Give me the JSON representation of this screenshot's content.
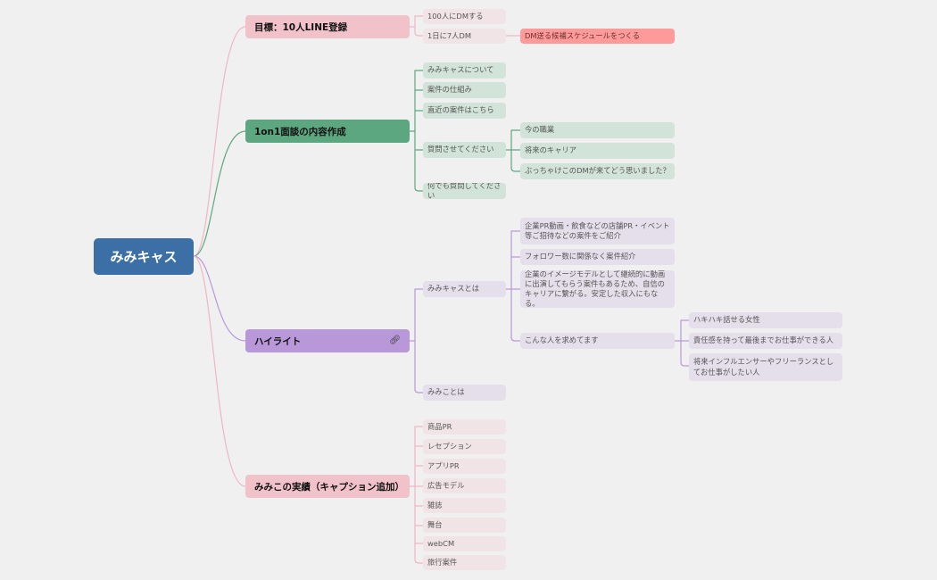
{
  "root": "みみキャス",
  "colors": {
    "background": "#f0f0f0",
    "root": "#3b6fa5",
    "branch_pink": "#f2c2cb",
    "branch_pink_line": "#f0b6c2",
    "branch_green": "#5da780",
    "branch_green_light": "#d2e3da",
    "branch_purple": "#b898d9",
    "branch_purple_light": "#e5dfeb",
    "branch_pink_light": "#f1e4e6",
    "task_highlight": "#ff9a9a"
  },
  "branches": {
    "goal": {
      "label": "目標：10人LINE登録",
      "children": {
        "a": "100人にDMする",
        "b": "1日に7人DM",
        "b_child": "DM送る候補スケジュールをつくる"
      }
    },
    "interview": {
      "label": "1on1面談の内容作成",
      "children": {
        "a": "みみキャスについて",
        "b": "案件の仕組み",
        "c": "直近の案件はこちら",
        "d": "質問させてください",
        "d_children": [
          "今の職業",
          "将来のキャリア",
          "ぶっちゃけこのDMが来てどう思いました？"
        ],
        "e": "何でも質問してください"
      }
    },
    "highlight": {
      "label": "ハイライト",
      "icon": "link-icon",
      "children": {
        "a": "みみキャスとは",
        "a_children": [
          "企業PR動画・飲食などの店舗PR・イベント等ご招待などの案件をご紹介",
          "フォロワー数に関係なく案件紹介",
          "企業のイメージモデルとして継続的に動画に出演してもらう案件もあるため、自信のキャリアに繋がる。安定した収入にもなる。",
          "こんな人を求めてます"
        ],
        "wanted_children": [
          "ハキハキ話せる女性",
          "責任感を持って最後までお仕事ができる人",
          "将来インフルエンサーやフリーランスとしてお仕事がしたい人"
        ],
        "b": "みみことは"
      }
    },
    "results": {
      "label": "みみこの実績（キャプション追加）",
      "children": [
        "商品PR",
        "レセプション",
        "アプリPR",
        "広告モデル",
        "雑誌",
        "舞台",
        "webCM",
        "旅行案件"
      ]
    }
  }
}
